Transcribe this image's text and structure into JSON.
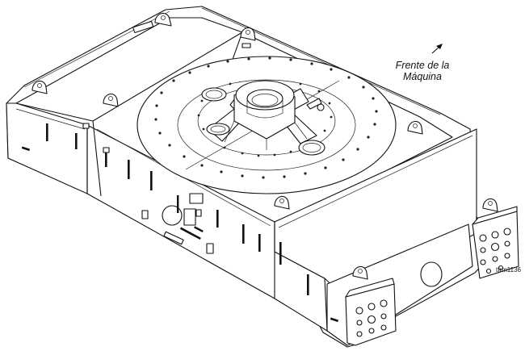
{
  "annotation": {
    "line1": "Frente de la",
    "line2": "Máquina"
  },
  "figure_ref": "tfrm1136"
}
